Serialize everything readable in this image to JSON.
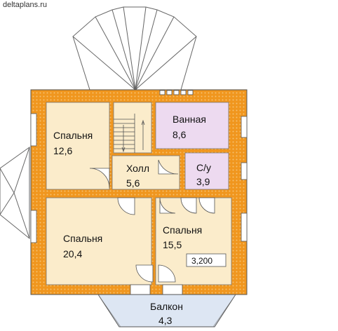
{
  "site": {
    "watermark": "deltaplans.ru"
  },
  "rooms": {
    "bedroom_1": {
      "name": "Спальня",
      "area": "12,6"
    },
    "bathroom": {
      "name": "Ванная",
      "area": "8,6"
    },
    "hall": {
      "name": "Холл",
      "area": "5,6"
    },
    "wc": {
      "name": "С/у",
      "area": "3,9"
    },
    "bedroom_2": {
      "name": "Спальня",
      "area": "20,4"
    },
    "bedroom_3": {
      "name": "Спальня",
      "area": "15,5"
    },
    "balcony": {
      "name": "Балкон",
      "area": "4,3"
    }
  },
  "level_mark": "3,200",
  "colors": {
    "wall": "#f0961e",
    "wall_dot": "#f6c070",
    "floor": "#fbeccb",
    "wet_floor": "#eddaf0",
    "balcony_floor": "#dde6f3",
    "line": "#555555"
  }
}
